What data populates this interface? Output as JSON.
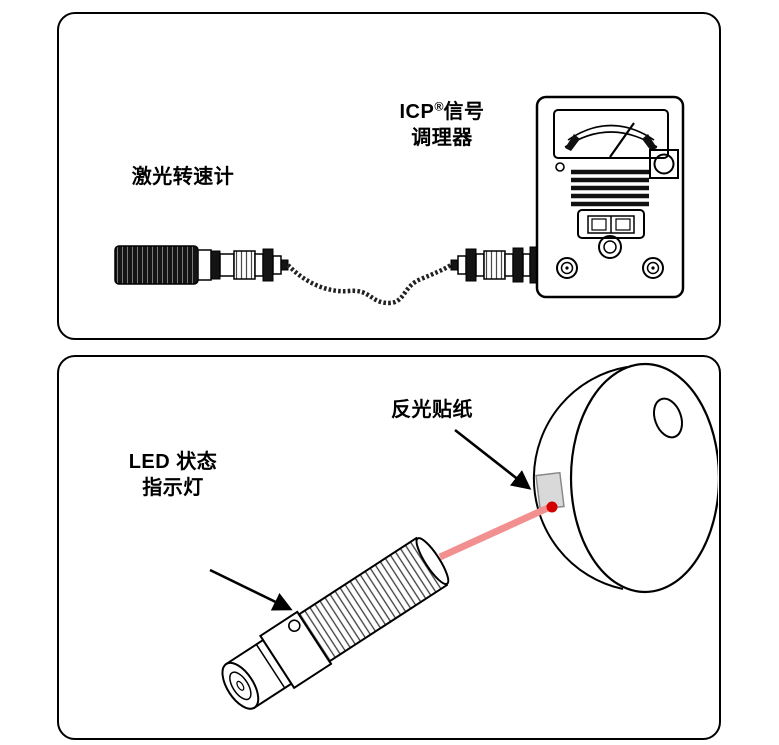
{
  "colors": {
    "outline": "#000000",
    "laser_beam": "#f29090",
    "laser_dot": "#d40000",
    "sticker_fill": "#d9d9d9"
  },
  "top_panel": {
    "conditioner_label": {
      "line1_prefix": "ICP",
      "line1_sup": "®",
      "line1_suffix": "信号",
      "line2": "调理器"
    },
    "tachometer_label": "激光转速计"
  },
  "bottom_panel": {
    "sticker_label": "反光贴纸",
    "led_label_line1": "LED 状态",
    "led_label_line2": "指示灯"
  }
}
